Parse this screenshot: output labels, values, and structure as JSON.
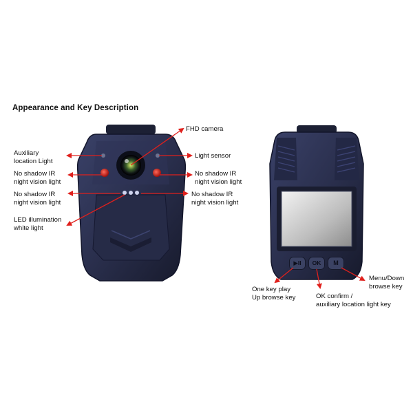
{
  "title": "Appearance and Key Description",
  "labels": {
    "fhd_camera": "FHD camera",
    "aux_location_light": "Auxiliary\nlocation Light",
    "light_sensor": "Light sensor",
    "ir_left_upper": "No shadow IR\nnight vision light",
    "ir_right_upper": "No shadow IR\nnight vision light",
    "ir_left_lower": "No shadow IR\nnight vision light",
    "ir_right_lower": "No shadow IR\nnight vision light",
    "led_white": "LED illumination\nwhite light",
    "play_key": "One key play\nUp browse key",
    "ok_key": "OK confirm /\nauxiliary location light key",
    "menu_key": "Menu/Down\nbrowse key"
  },
  "keys": {
    "play": "▶II",
    "ok": "OK",
    "menu": "M"
  },
  "colors": {
    "arrow": "#e0201c",
    "body": "#2b3150",
    "body_dark": "#1a1e33",
    "screen": "#c9c9c9"
  }
}
